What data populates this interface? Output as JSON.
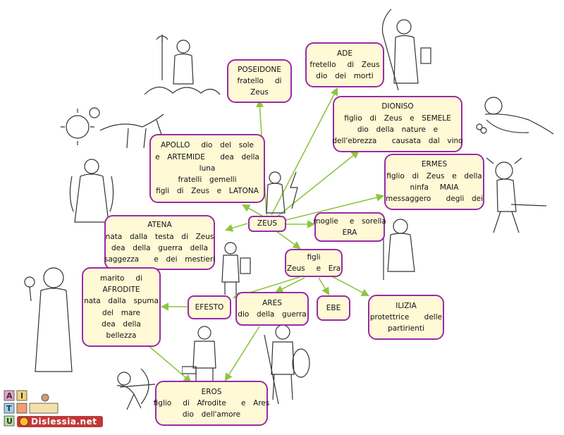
{
  "colors": {
    "node_border": "#9a2aa8",
    "node_fill": "#fff9d6",
    "arrow": "#8cc63f"
  },
  "nodes": {
    "zeus": {
      "lines": [
        "ZEUS"
      ]
    },
    "poseidone": {
      "lines": [
        "POSEIDONE",
        "fratello   di",
        "Zeus"
      ]
    },
    "ade": {
      "lines": [
        "ADE",
        "fretello   di  Zeus",
        "dio  dei  morti"
      ]
    },
    "dioniso": {
      "lines": [
        "DIONISO",
        "figlio  di  Zeus  e  SEMELE",
        "dio  della  nature  e",
        "dell'ebrezza    causata  dal  vino"
      ]
    },
    "apollo": {
      "lines": [
        "APOLLO   dio  del  sole",
        "e  ARTEMIDE    dea  della",
        "luna",
        "fratelli  gemelli",
        "figli  di  Zeus  e  LATONA"
      ]
    },
    "ermes": {
      "lines": [
        "ERMES",
        "figlio  di  Zeus  e  della",
        "ninfa   MAIA",
        "messaggero    degli  dei"
      ]
    },
    "atena": {
      "lines": [
        "ATENA",
        "nata  dalla  testa  di  Zeus",
        "dea  della  guerra  della",
        "saggezza    e  dei  mestieri"
      ]
    },
    "era": {
      "lines": [
        "moglie   e  sorella",
        "ERA"
      ]
    },
    "figli": {
      "lines": [
        "figli",
        "Zeus   e  Era"
      ]
    },
    "afrodite": {
      "lines": [
        "marito   di",
        "AFRODITE",
        "nata  dalla  spuma",
        "del  mare",
        "dea  della",
        "bellezza"
      ]
    },
    "efesto": {
      "lines": [
        "EFESTO"
      ]
    },
    "ares": {
      "lines": [
        "ARES",
        "dio  della  guerra"
      ]
    },
    "ebe": {
      "lines": [
        "EBE"
      ]
    },
    "ilizia": {
      "lines": [
        "ILIZIA",
        "protettrice    delle",
        "partirienti"
      ]
    },
    "eros": {
      "lines": [
        "EROS",
        "figlio   di  Afrodite    e  Ares",
        "dio  dell'amore"
      ]
    }
  },
  "logo": {
    "letters": [
      "A",
      "I",
      "T",
      "U"
    ],
    "site": "Dislessia.net"
  }
}
